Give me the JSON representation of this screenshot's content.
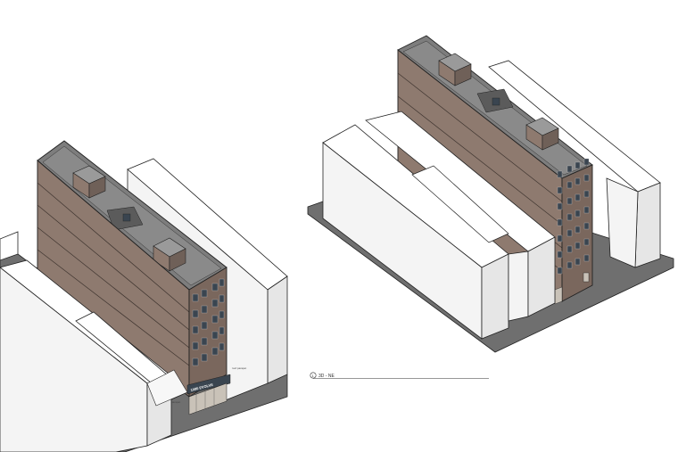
{
  "views": [
    {
      "id": "left-axonometric",
      "storefront_sign": "1080 EVOLVE",
      "street_notes": [
        "roof parapet",
        "roof parapet"
      ]
    },
    {
      "id": "right-axonometric",
      "view_marker": "1",
      "view_label": "3D - NE"
    }
  ],
  "colors": {
    "facade_brown": "#8e7a6f",
    "roof_gray": "#7d7d7d",
    "neighbor_white": "#ffffff",
    "neighbor_side": "#eaeaea",
    "ground_gray": "#808080",
    "window_dark": "#3a4550",
    "line": "#222222"
  }
}
